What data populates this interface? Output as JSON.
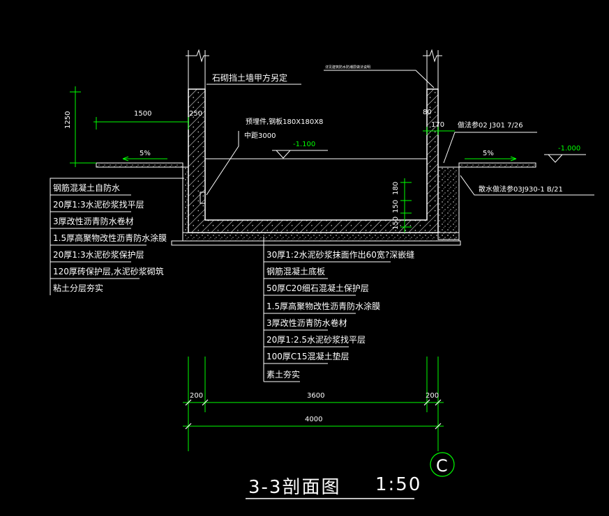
{
  "labels": {
    "wall_note_top": "石砌挡土墙甲方另定",
    "small_note_top": "详见建筑防水防潮层做法说明",
    "embed_note": "预埋件,钢板180X180X8",
    "embed_spacing": "中距3000",
    "right_ref_1": "做法参02 J301 7/26",
    "right_ref_2": "散水做法参03J930-1 B/21"
  },
  "elevations": {
    "inner": "-1.100",
    "outer_right": "-1.000"
  },
  "slopes": {
    "left": "5%",
    "right": "5%"
  },
  "dims": {
    "wall_left": "250",
    "wall_right": "80",
    "right_gap": "170",
    "left_width": "1500",
    "left_height": "1250",
    "floor_180": "180",
    "floor_150a": "150",
    "floor_150b": "150",
    "bottom_200_left": "200",
    "bottom_3600": "3600",
    "bottom_200_right": "200",
    "bottom_4000": "4000"
  },
  "wall_layers": [
    "钢筋混凝土自防水",
    "20厚1:3水泥砂浆找平层",
    "3厚改性沥青防水卷材",
    "1.5厚高聚物改性沥青防水涂膜",
    "20厚1:3水泥砂浆保护层",
    "120厚砖保护层,水泥砂浆砌筑",
    "粘土分层夯实"
  ],
  "floor_layers": [
    "30厚1:2水泥砂浆抹面作出60宽?深嵌缝",
    "钢筋混凝土底板",
    "50厚C20细石混凝土保护层",
    "1.5厚高聚物改性沥青防水涂膜",
    "3厚改性沥青防水卷材",
    "20厚1:2.5水泥砂浆找平层",
    "100厚C15混凝土垫层",
    "素土夯实"
  ],
  "title": {
    "main": "3-3剖面图",
    "scale": "1:50",
    "axis": "C"
  },
  "colors": {
    "background": "#000000",
    "lines": "#ffffff",
    "dimension": "#00ff00"
  }
}
